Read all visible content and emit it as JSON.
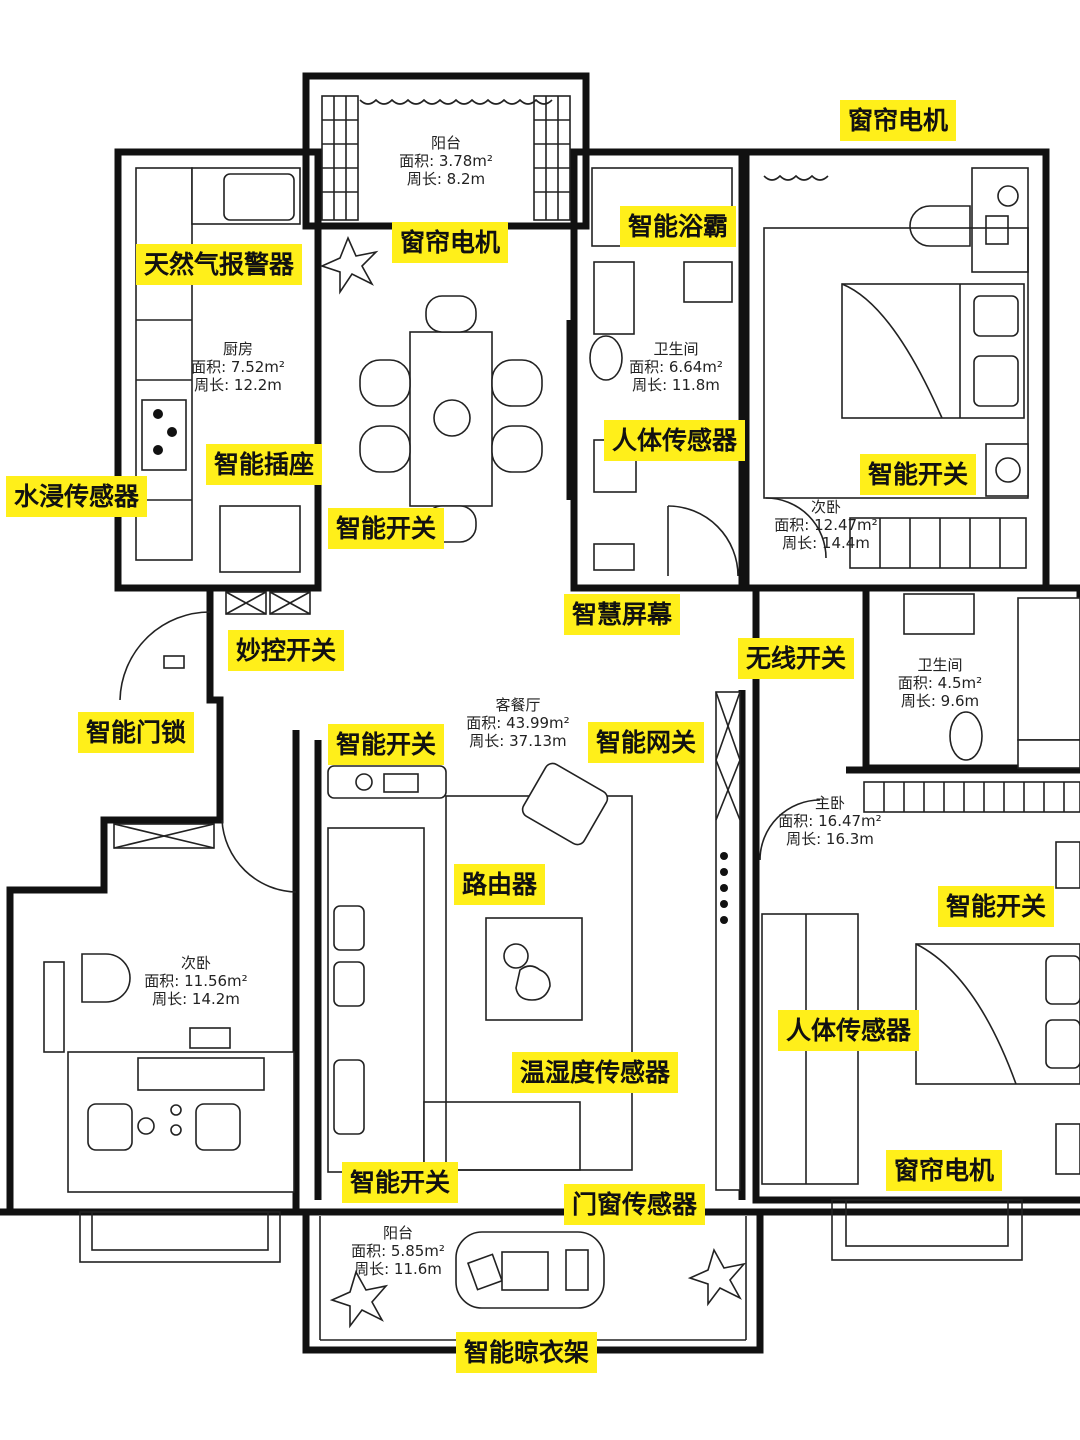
{
  "rooms": {
    "balcony_top": {
      "name": "阳台",
      "area": "面积: 3.78m²",
      "perimeter": "周长: 8.2m"
    },
    "kitchen": {
      "name": "厨房",
      "area": "面积: 7.52m²",
      "perimeter": "周长: 12.2m"
    },
    "bathroom_top": {
      "name": "卫生间",
      "area": "面积: 6.64m²",
      "perimeter": "周长: 11.8m"
    },
    "bedroom_top_right": {
      "name": "次卧",
      "area": "面积: 12.47m²",
      "perimeter": "周长: 14.4m"
    },
    "bathroom_right": {
      "name": "卫生间",
      "area": "面积: 4.5m²",
      "perimeter": "周长: 9.6m"
    },
    "living": {
      "name": "客餐厅",
      "area": "面积: 43.99m²",
      "perimeter": "周长: 37.13m"
    },
    "master": {
      "name": "主卧",
      "area": "面积: 16.47m²",
      "perimeter": "周长: 16.3m"
    },
    "bedroom_left": {
      "name": "次卧",
      "area": "面积: 11.56m²",
      "perimeter": "周长: 14.2m"
    },
    "balcony_bottom": {
      "name": "阳台",
      "area": "面积: 5.85m²",
      "perimeter": "周长: 11.6m"
    }
  },
  "labels": {
    "curtain_motor_top_right": "窗帘电机",
    "curtain_motor_balcony": "窗帘电机",
    "smart_bath_heater": "智能浴霸",
    "gas_alarm": "天然气报警器",
    "body_sensor_bath": "人体传感器",
    "smart_socket": "智能插座",
    "smart_switch_bedroom_top": "智能开关",
    "water_sensor": "水浸传感器",
    "smart_switch_dining": "智能开关",
    "smart_screen": "智慧屏幕",
    "magic_switch": "妙控开关",
    "wireless_switch": "无线开关",
    "smart_lock": "智能门锁",
    "smart_switch_living": "智能开关",
    "smart_gateway": "智能网关",
    "router": "路由器",
    "smart_switch_master": "智能开关",
    "body_sensor_master": "人体传感器",
    "temp_humidity_sensor": "温湿度传感器",
    "curtain_motor_master": "窗帘电机",
    "smart_switch_sofa": "智能开关",
    "door_window_sensor": "门窗传感器",
    "smart_drying_rack": "智能晾衣架"
  }
}
